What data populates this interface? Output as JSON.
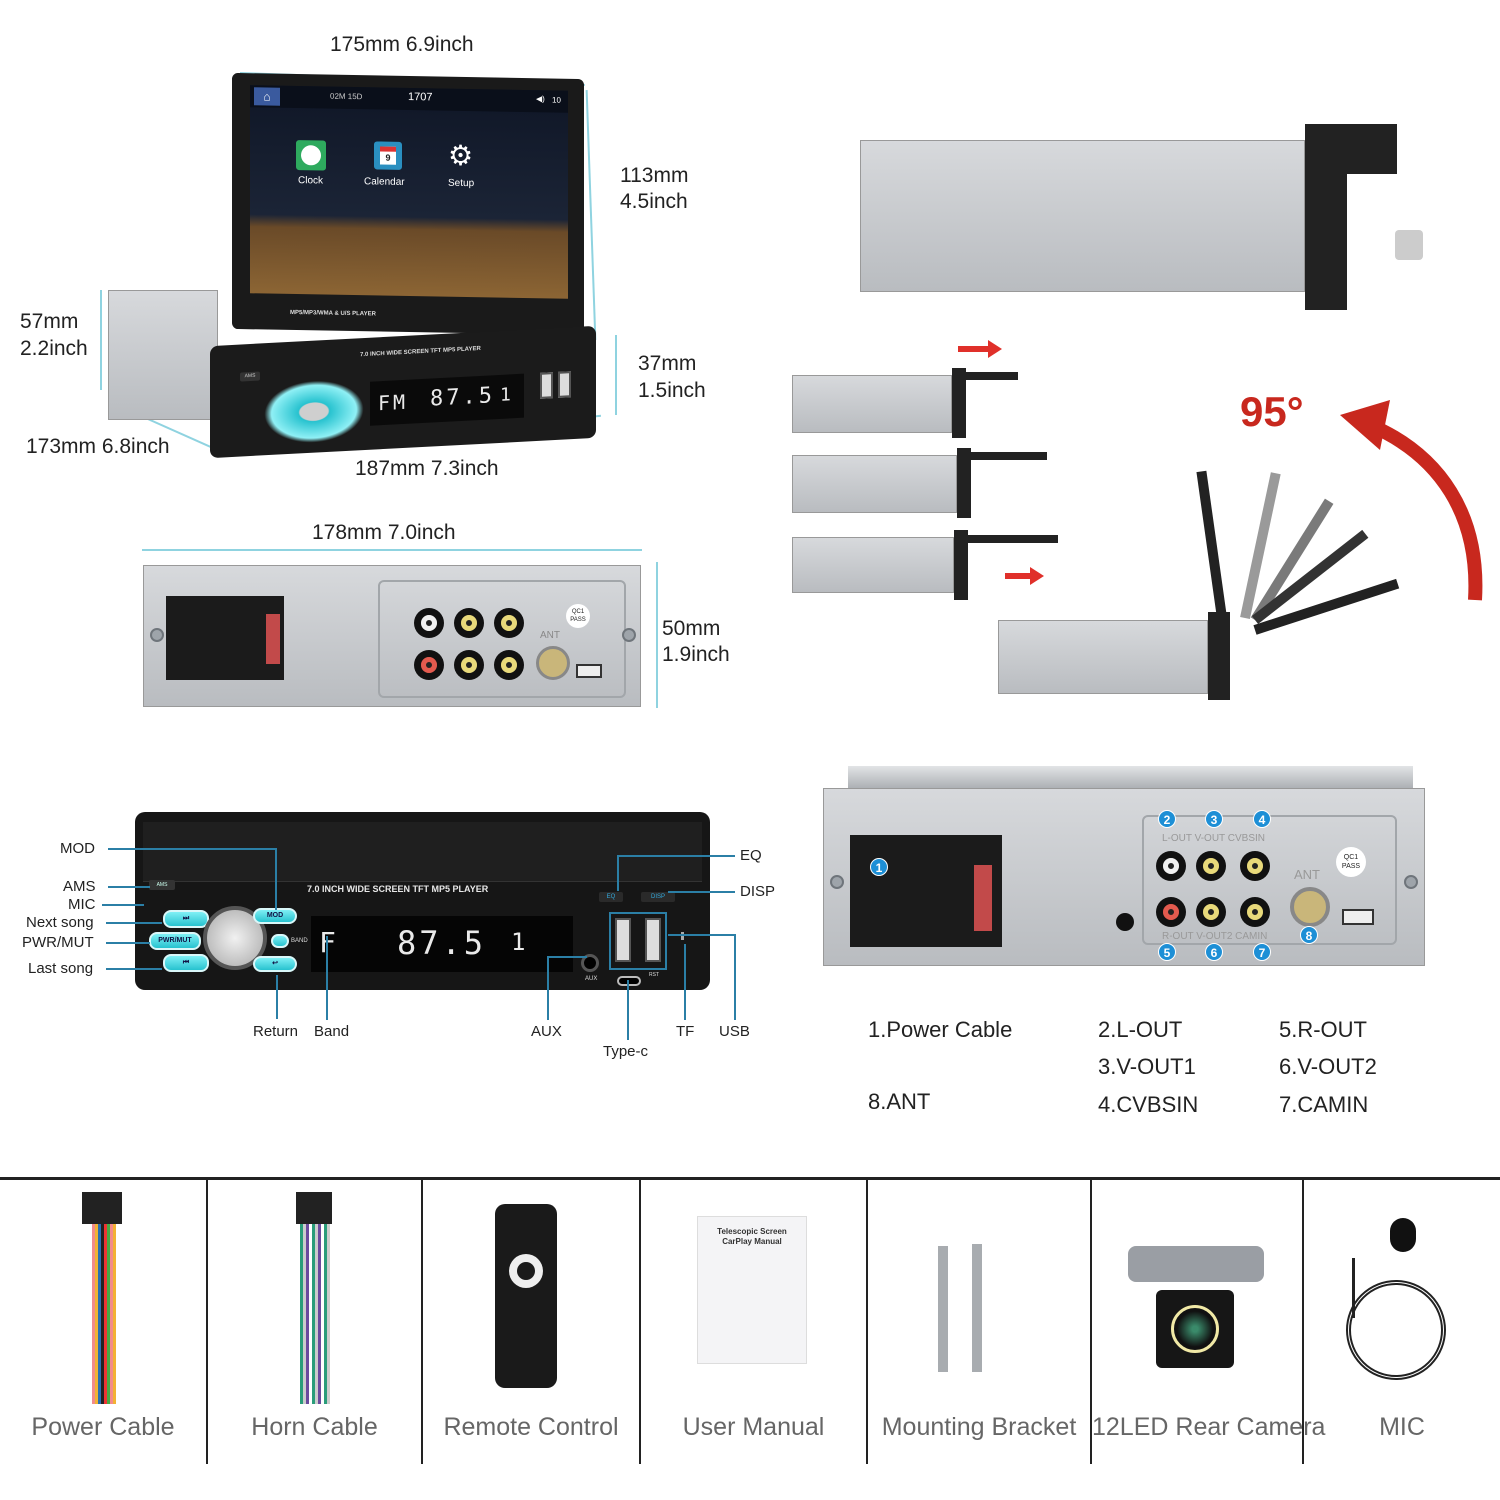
{
  "top_unit": {
    "dimensions": {
      "width_top": "175mm 6.9inch",
      "screen_height_mm": "113mm",
      "screen_height_in": "4.5inch",
      "body_height_mm": "57mm",
      "body_height_in": "2.2inch",
      "depth": "173mm 6.8inch",
      "face_width": "187mm 7.3inch",
      "face_height_mm": "37mm",
      "face_height_in": "1.5inch"
    },
    "screen": {
      "status_left": "02M 15D",
      "status_time": "1707",
      "volume": "10",
      "apps": [
        {
          "label": "Clock",
          "icon": "clock-icon",
          "color": "#2eaa5e"
        },
        {
          "label": "Calendar",
          "icon": "calendar-icon",
          "color": "#2a8fc0"
        },
        {
          "label": "Setup",
          "icon": "gear-icon",
          "color": "#ffffff"
        }
      ],
      "bezel_text": "MP5/MP3/WMA & U/S PLAYER"
    },
    "faceplate": {
      "title": "7.0 INCH WIDE SCREEN TFT MP5 PLAYER",
      "lcd_band": "FM",
      "lcd_freq": "87.5",
      "lcd_preset": "1",
      "ams": "AMS"
    }
  },
  "rear_panel_small": {
    "width": "178mm 7.0inch",
    "height_mm": "50mm",
    "height_in": "1.9inch",
    "qc_badge_line1": "QC1",
    "qc_badge_line2": "PASS",
    "ant_label": "ANT"
  },
  "side_views": {
    "angle": "95°",
    "accent": "#c8281e"
  },
  "front_panel": {
    "title": "7.0 INCH WIDE SCREEN TFT MP5 PLAYER",
    "lcd_band": "F",
    "lcd_freq": "87.5",
    "lcd_preset": "1",
    "buttons": {
      "ams": "AMS",
      "pwr": "PWR/MUT",
      "mod": "MOD",
      "band": "BAND",
      "eq": "EQ",
      "disp": "DISP",
      "aux": "AUX",
      "rst": "RST"
    },
    "callouts_left": [
      "MOD",
      "AMS",
      "MIC",
      "Next song",
      "PWR/MUT",
      "Last song"
    ],
    "callouts_right": [
      "EQ",
      "DISP"
    ],
    "callouts_bottom": [
      "Return",
      "Band",
      "AUX",
      "Type-c",
      "TF",
      "USB"
    ]
  },
  "rear_panel": {
    "badges": [
      "1",
      "2",
      "3",
      "4",
      "5",
      "6",
      "7",
      "8"
    ],
    "jack_labels_top": "L-OUT V-OUT CVBSIN",
    "jack_labels_bottom": "R-OUT V-OUT2 CAMIN",
    "qc_badge_line1": "QC1",
    "qc_badge_line2": "PASS",
    "ant_label": "ANT",
    "badge_color": "#1d8fd6",
    "legend": [
      "1.Power Cable",
      "2.L-OUT",
      "5.R-OUT",
      "3.V-OUT1",
      "6.V-OUT2",
      "8.ANT",
      "4.CVBSIN",
      "7.CAMIN"
    ]
  },
  "accessories": [
    {
      "label": "Power Cable",
      "icon": "power-cable-icon"
    },
    {
      "label": "Horn Cable",
      "icon": "horn-cable-icon"
    },
    {
      "label": "Remote Control",
      "icon": "remote-control-icon"
    },
    {
      "label": "User Manual",
      "icon": "user-manual-icon"
    },
    {
      "label": "Mounting Bracket",
      "icon": "mounting-bracket-icon"
    },
    {
      "label": "12LED Rear Camera",
      "icon": "rear-camera-icon"
    },
    {
      "label": "MIC",
      "icon": "microphone-icon"
    }
  ],
  "manual": {
    "title_line1": "Telescopic Screen",
    "title_line2": "CarPlay Manual"
  }
}
